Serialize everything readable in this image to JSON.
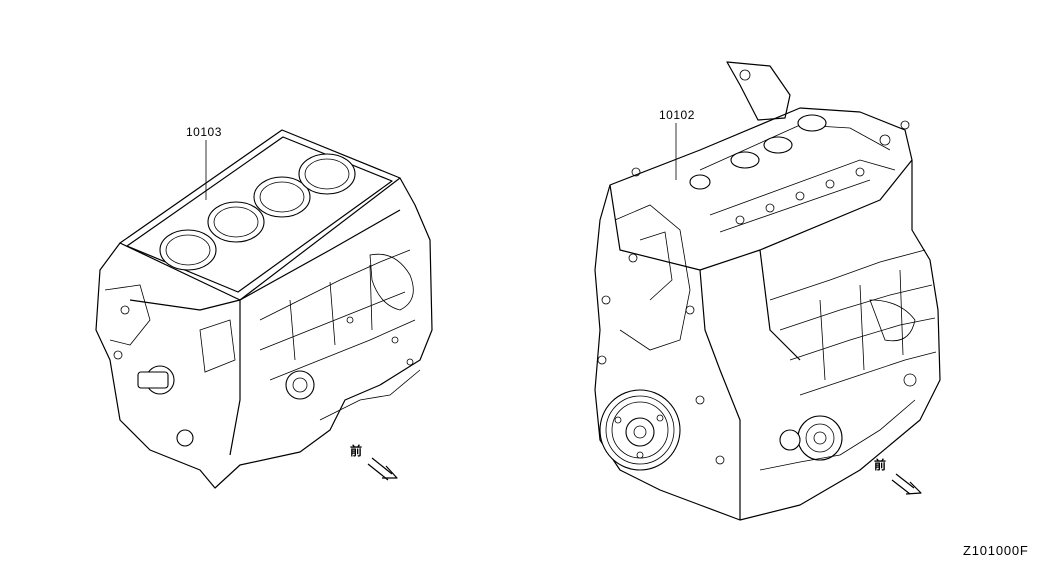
{
  "parts": [
    {
      "number": "10103",
      "description_icon": "short-engine-block-drawing"
    },
    {
      "number": "10102",
      "description_icon": "complete-engine-assembly-drawing"
    }
  ],
  "front_marker": {
    "glyph": "前",
    "icon": "front-direction-arrow-icon"
  },
  "diagram_code": "Z101000F"
}
